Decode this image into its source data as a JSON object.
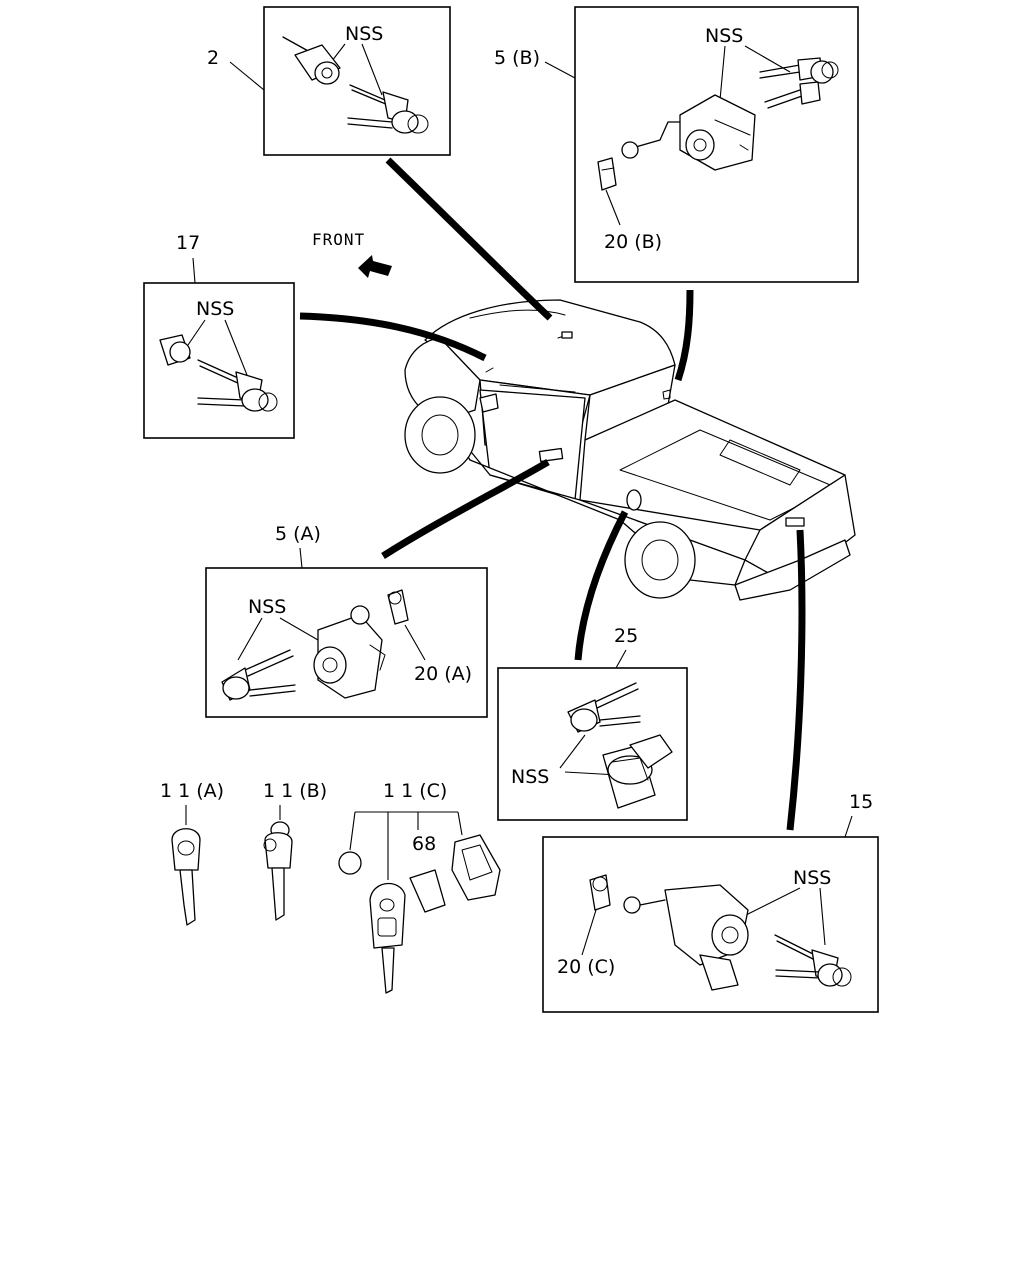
{
  "direction_label": "FRONT",
  "callouts": {
    "part_2": "2",
    "part_5b": "5 (B)",
    "part_17": "17",
    "part_5a": "5 (A)",
    "part_20a": "20 (A)",
    "part_20b": "20 (B)",
    "part_20c": "20 (C)",
    "part_25": "25",
    "part_15": "15",
    "part_11a": "1 1 (A)",
    "part_11b": "1 1 (B)",
    "part_11c": "1 1 (C)",
    "part_68": "68"
  },
  "nss_label": "NSS"
}
